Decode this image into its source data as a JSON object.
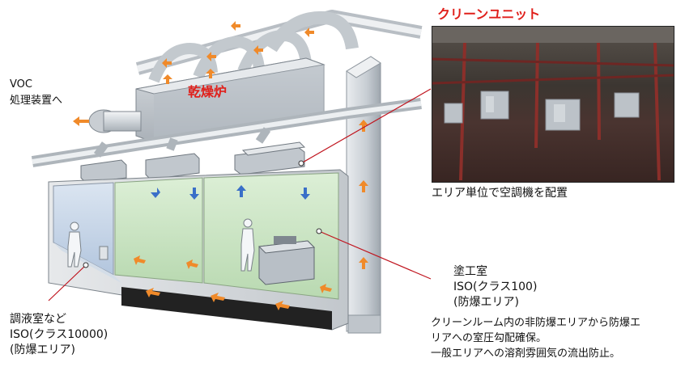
{
  "labels": {
    "voc_line1": "VOC",
    "voc_line2": "処理装置へ",
    "drying_furnace": "乾燥炉",
    "clean_unit": "クリーンユニット",
    "photo_caption": "エリア単位で空調機を配置",
    "mixing_room": "調液室など",
    "mixing_iso": "ISO(クラス10000)",
    "mixing_explosion": "(防爆エリア)",
    "coating_room": "塗工室",
    "coating_iso": "ISO(クラス100)",
    "coating_explosion": "(防爆エリア)",
    "desc_line1": "クリーンルーム内の非防爆エリアから防爆エ",
    "desc_line2": "リアへの室圧勾配確保。",
    "desc_line3": "一般エリアへの溶剤雰囲気の流出防止。"
  },
  "colors": {
    "accent_red": "#e0201b",
    "leader_line": "#c0141e",
    "airflow_arrow": "#f08a2a",
    "down_arrow": "#3a6fc8",
    "duct": "#d4d8dc",
    "room_green": "#cfe6c9",
    "room_blue": "#c9d7e8"
  },
  "icons": [
    "worker-icon",
    "air-conditioner-unit-icon",
    "airflow-arrow-icon",
    "coating-machine-icon"
  ]
}
